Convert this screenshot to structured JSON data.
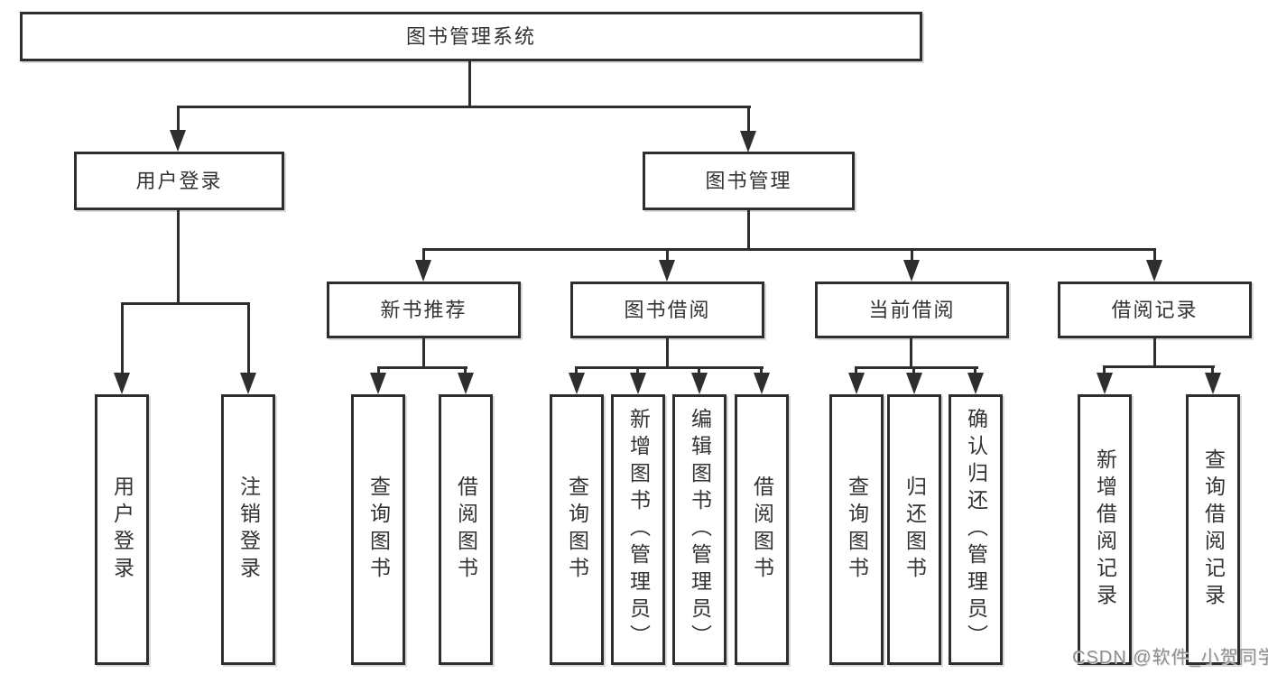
{
  "root": {
    "label": "图书管理系统"
  },
  "branches": [
    {
      "label": "用户登录",
      "children": [
        {
          "label": "用户登录"
        },
        {
          "label": "注销登录"
        }
      ]
    },
    {
      "label": "图书管理",
      "children": [
        {
          "label": "新书推荐",
          "children": [
            {
              "label": "查询图书"
            },
            {
              "label": "借阅图书"
            }
          ]
        },
        {
          "label": "图书借阅",
          "children": [
            {
              "label": "查询图书"
            },
            {
              "label": "新增图书（管理员）"
            },
            {
              "label": "编辑图书（管理员）"
            },
            {
              "label": "借阅图书"
            }
          ]
        },
        {
          "label": "当前借阅",
          "children": [
            {
              "label": "查询图书"
            },
            {
              "label": "归还图书"
            },
            {
              "label": "确认归还（管理员）"
            }
          ]
        },
        {
          "label": "借阅记录",
          "children": [
            {
              "label": "新增借阅记录"
            },
            {
              "label": "查询借阅记录"
            }
          ]
        }
      ]
    }
  ],
  "watermark": {
    "text": "CSDN @软件_小贺同学",
    "color": "#909090"
  },
  "colors": {
    "line": "#2e2e2e",
    "box_border": "#2e2e2e",
    "text": "#333333",
    "background": "#ffffff"
  }
}
